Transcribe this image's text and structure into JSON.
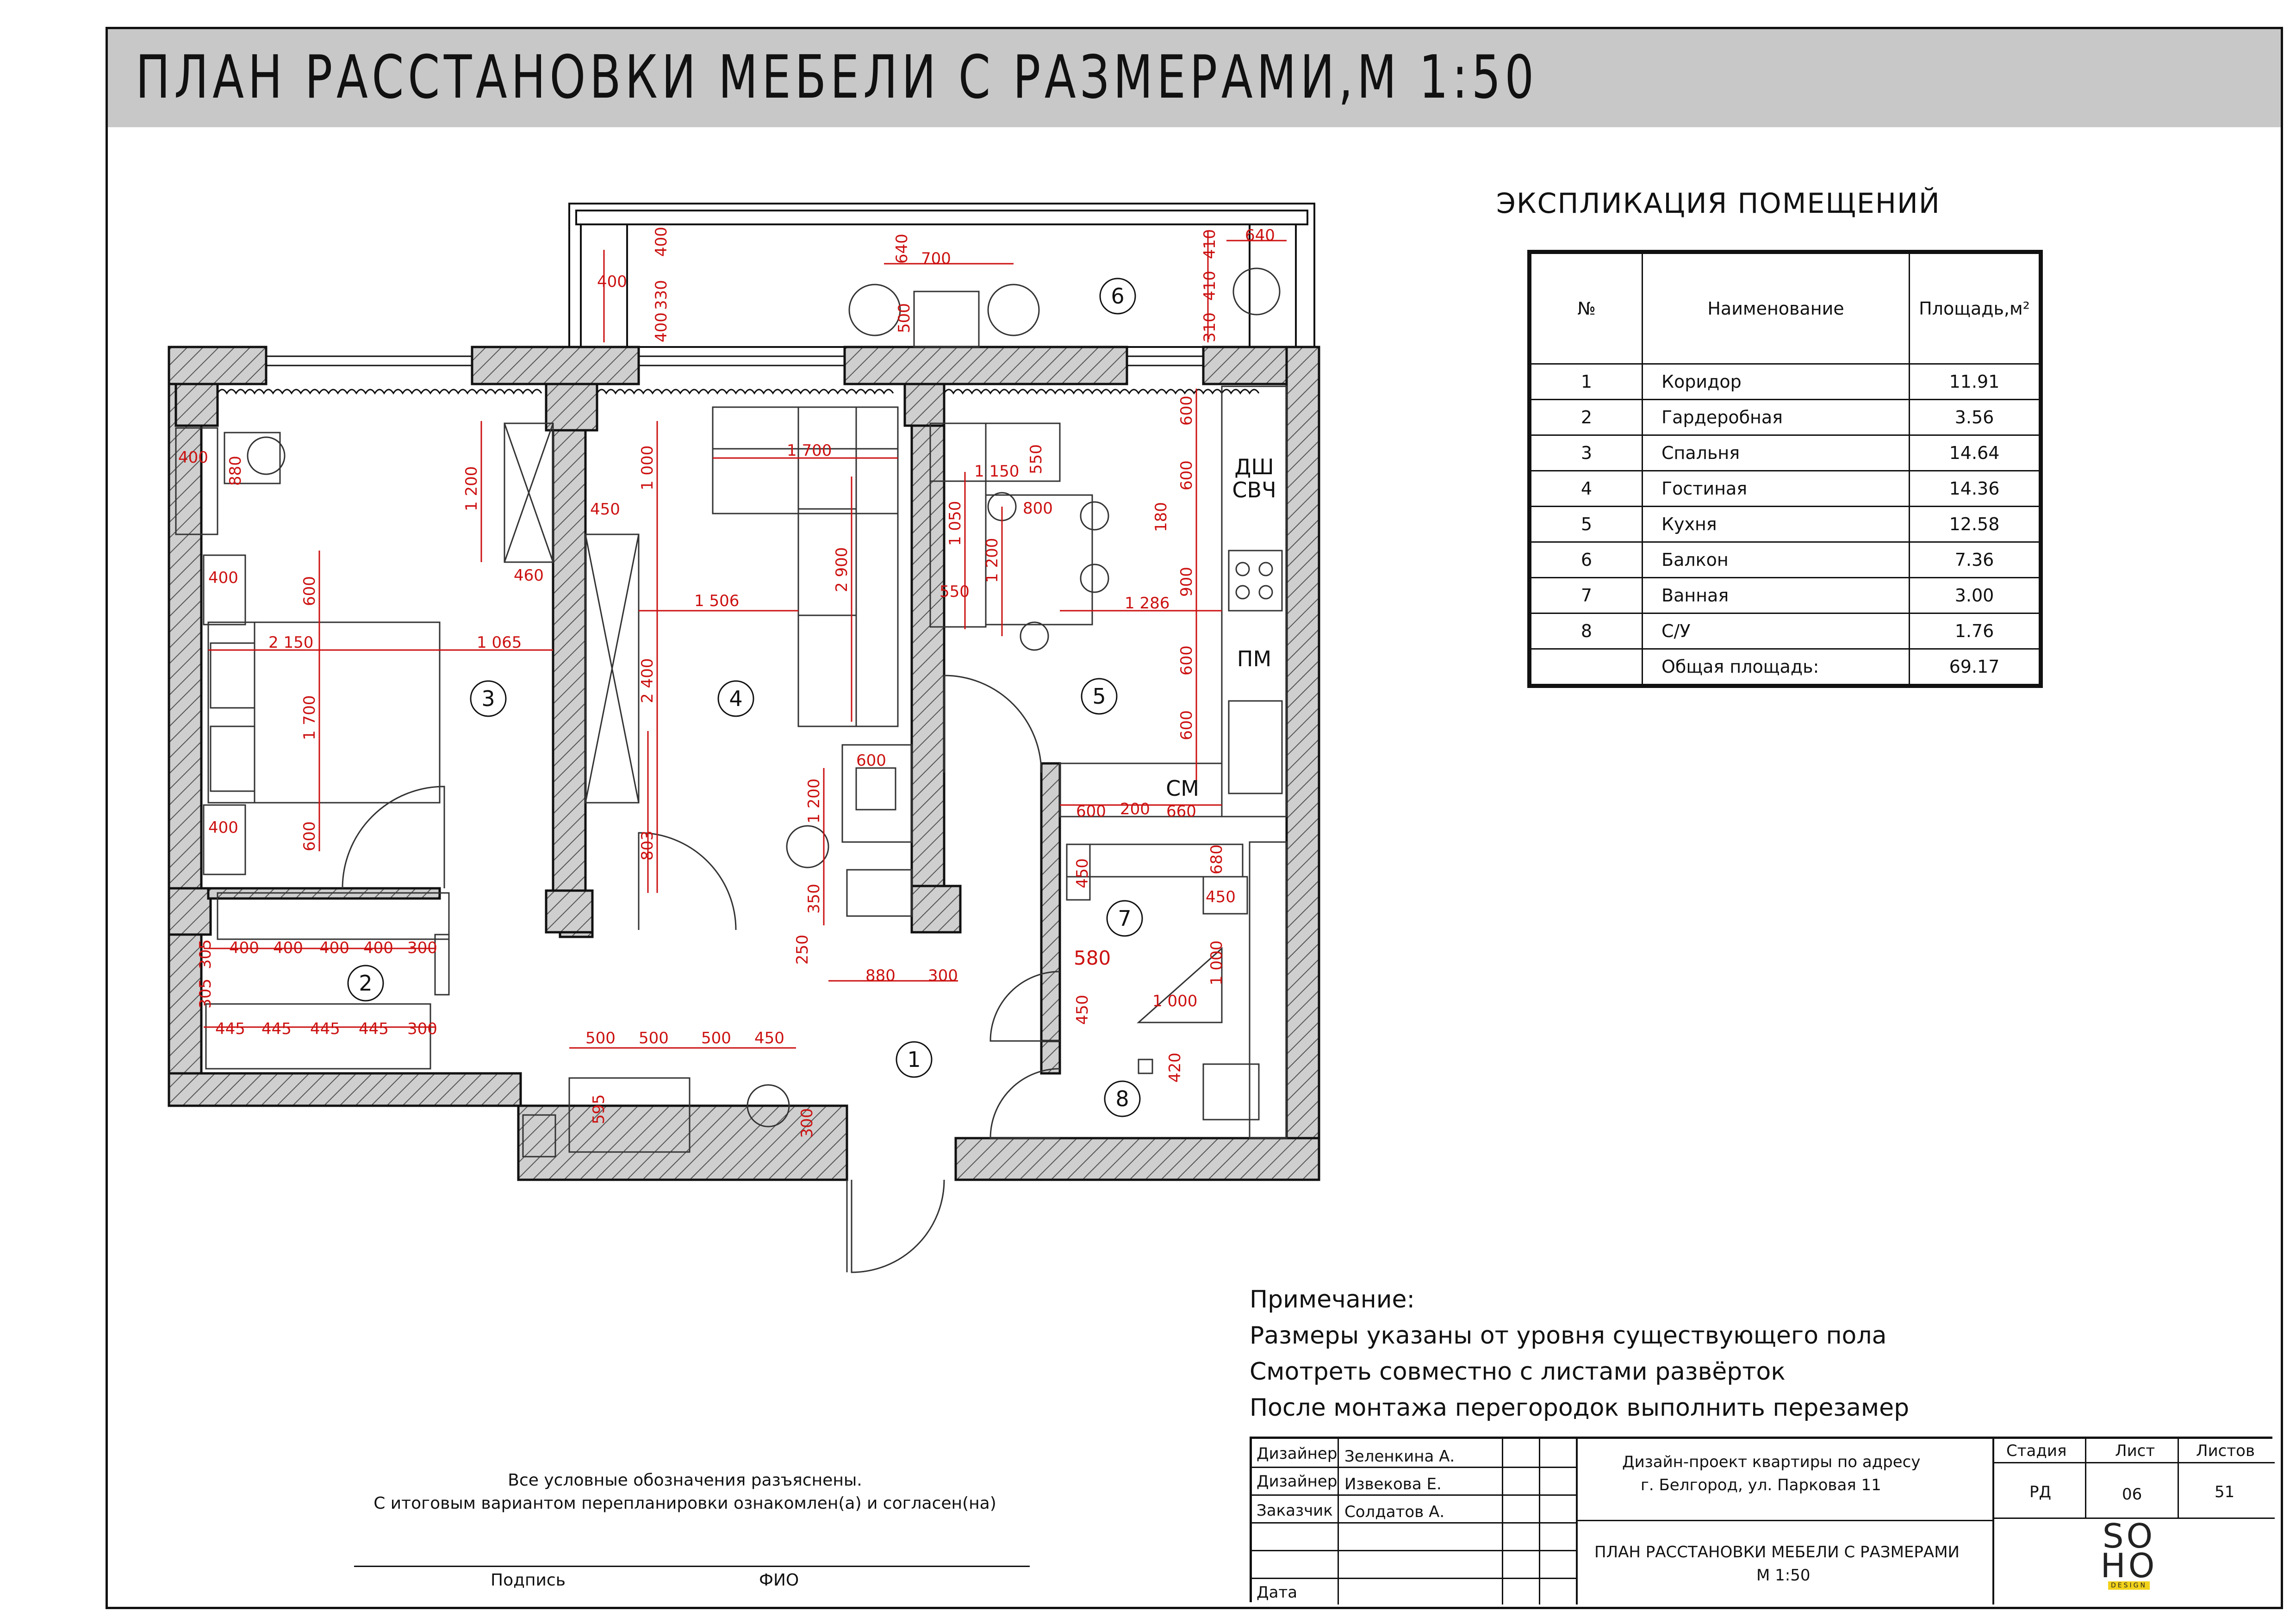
{
  "title": "ПЛАН РАССТАНОВКИ МЕБЕЛИ С РАЗМЕРАМИ,М 1:50",
  "explication": {
    "title": "ЭКСПЛИКАЦИЯ ПОМЕЩЕНИЙ",
    "headers": {
      "num": "№",
      "name": "Наименование",
      "area": "Площадь,м²"
    },
    "rows": [
      {
        "num": "1",
        "name": "Коридор",
        "area": "11.91"
      },
      {
        "num": "2",
        "name": "Гардеробная",
        "area": "3.56"
      },
      {
        "num": "3",
        "name": "Спальня",
        "area": "14.64"
      },
      {
        "num": "4",
        "name": "Гостиная",
        "area": "14.36"
      },
      {
        "num": "5",
        "name": "Кухня",
        "area": "12.58"
      },
      {
        "num": "6",
        "name": "Балкон",
        "area": "7.36"
      },
      {
        "num": "7",
        "name": "Ванная",
        "area": "3.00"
      },
      {
        "num": "8",
        "name": "С/У",
        "area": "1.76"
      }
    ],
    "total_label": "Общая площадь:",
    "total_area": "69.17"
  },
  "notes": {
    "heading": "Примечание:",
    "lines": [
      "Размеры указаны от уровня существующего пола",
      "Смотреть совместно с листами развёрток",
      "После монтажа перегородок выполнить перезамер"
    ]
  },
  "signoff": {
    "line1": "Все условные обозначения разъяснены.",
    "line2": "С итоговым вариантом перепланировки ознакомлен(а) и согласен(на)",
    "signature_label": "Подпись",
    "name_label": "ФИО"
  },
  "stamp": {
    "roles": [
      {
        "role": "Дизайнер",
        "name": "Зеленкина А."
      },
      {
        "role": "Дизайнер",
        "name": "Извекова Е."
      },
      {
        "role": "Заказчик",
        "name": "Солдатов А."
      },
      {
        "role": "Дата",
        "name": ""
      }
    ],
    "project_line1": "Дизайн-проект квартиры по адресу",
    "project_line2": "г. Белгород, ул. Парковая 11",
    "sheet_title_line1": "ПЛАН РАССТАНОВКИ МЕБЕЛИ С РАЗМЕРАМИ",
    "sheet_title_line2": "М 1:50",
    "stage_label": "Стадия",
    "sheet_label": "Лист",
    "sheets_label": "Листов",
    "stage": "РД",
    "sheet": "06",
    "sheets": "51",
    "logo_line1": "SO",
    "logo_line2": "HO",
    "logo_sub": "DESIGN"
  },
  "plan": {
    "room_numbers": [
      "1",
      "2",
      "3",
      "4",
      "5",
      "6",
      "7",
      "8"
    ],
    "fixture_labels": {
      "shower_oven": "ДШ",
      "microwave": "СВЧ",
      "dishwasher": "ПМ",
      "washer": "СМ"
    },
    "dims": {
      "d400a": "400",
      "d880": "880",
      "d1200a": "1 200",
      "d450a": "450",
      "d1000a": "1 000",
      "d1700a": "1 700",
      "d460": "460",
      "d400b": "400",
      "d600a": "600",
      "d2150": "2 150",
      "d1065": "1 065",
      "d1700b": "1 700",
      "d1506": "1 506",
      "d2900": "2 900",
      "d2400": "2 400",
      "d803": "803",
      "d600b": "600",
      "d400c": "400",
      "d600c": "600",
      "d1200b": "1 200",
      "d350": "350",
      "d250": "250",
      "d880b": "880",
      "d300a": "300",
      "d1150": "1 150",
      "d550a": "550",
      "d800": "800",
      "d1050": "1 050",
      "d1200c": "1 200",
      "d550b": "550",
      "d1286": "1 286",
      "d600d": "600",
      "d180": "180",
      "d600e": "600",
      "d900": "900",
      "d600f": "600",
      "d600g": "600",
      "d600h": "600",
      "d200": "200",
      "d660": "660",
      "d640a": "640",
      "d700": "700",
      "d500a": "500",
      "d400d": "400",
      "d330": "330",
      "d400e": "400",
      "d400f": "400",
      "d410a": "410",
      "d410b": "410",
      "d310": "310",
      "d640b": "640",
      "w400a": "400",
      "w400b": "400",
      "w400c": "400",
      "w400d": "400",
      "w300a": "300",
      "w445a": "445",
      "w445b": "445",
      "w445c": "445",
      "w445d": "445",
      "w300b": "300",
      "w305a": "305",
      "w305b": "305",
      "c500a": "500",
      "c500b": "500",
      "c500c": "500",
      "c450": "450",
      "c595": "595",
      "c300": "300",
      "b450a": "450",
      "b680": "680",
      "b450b": "450",
      "b580": "580",
      "b450c": "450",
      "b1000a": "1 000",
      "b1000b": "1 000",
      "b420": "420"
    }
  }
}
